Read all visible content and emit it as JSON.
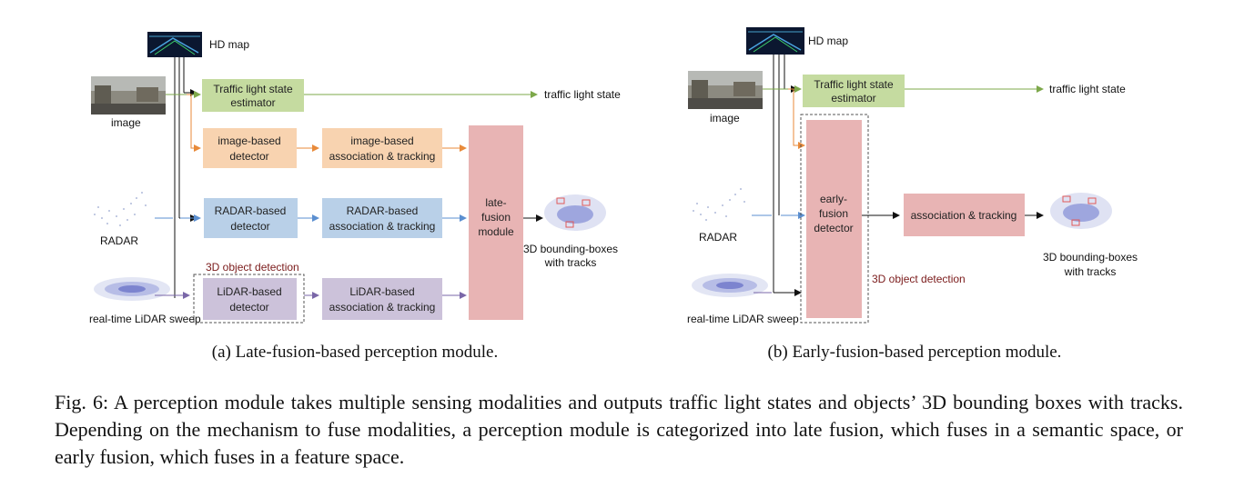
{
  "panel_a": {
    "hd_map": "HD map",
    "image": "image",
    "radar": "RADAR",
    "lidar": "real-time LiDAR sweep",
    "tls_line1": "Traffic light state",
    "tls_line2": "estimator",
    "traffic_light_state": "traffic light state",
    "img_det_1": "image-based",
    "img_det_2": "detector",
    "img_assoc_1": "image-based",
    "img_assoc_2": "association & tracking",
    "radar_det_1": "RADAR-based",
    "radar_det_2": "detector",
    "radar_assoc_1": "RADAR-based",
    "radar_assoc_2": "association & tracking",
    "lidar_det_1": "LiDAR-based",
    "lidar_det_2": "detector",
    "lidar_assoc_1": "LiDAR-based",
    "lidar_assoc_2": "association & tracking",
    "det3d": "3D object detection",
    "fusion_1": "late-",
    "fusion_2": "fusion",
    "fusion_3": "module",
    "out_1": "3D bounding-boxes",
    "out_2": "with tracks",
    "subcaption": "(a) Late-fusion-based perception module."
  },
  "panel_b": {
    "hd_map": "HD map",
    "image": "image",
    "radar": "RADAR",
    "lidar": "real-time LiDAR sweep",
    "tls_line1": "Traffic light state",
    "tls_line2": "estimator",
    "traffic_light_state": "traffic light state",
    "fusion_1": "early-",
    "fusion_2": "fusion",
    "fusion_3": "detector",
    "assoc": "association & tracking",
    "det3d": "3D object detection",
    "out_1": "3D bounding-boxes",
    "out_2": "with tracks",
    "subcaption": "(b) Early-fusion-based perception module."
  },
  "caption": "Fig. 6:  A perception module takes multiple sensing modalities and outputs traffic light states and objects’ 3D bounding boxes with tracks. Depending on the mechanism to fuse modalities, a perception module is categorized into late fusion, which fuses in a semantic space, or early fusion, which fuses in a feature space.",
  "colors": {
    "green": "#c5dba0",
    "orange": "#f8d3b0",
    "blue": "#b9d0e8",
    "purple": "#ccc2da",
    "pink": "#e8b4b4",
    "arrow_green": "#7da84a",
    "arrow_orange": "#e88a3a",
    "arrow_blue": "#5b8fd0",
    "arrow_purple": "#7a67a8"
  }
}
